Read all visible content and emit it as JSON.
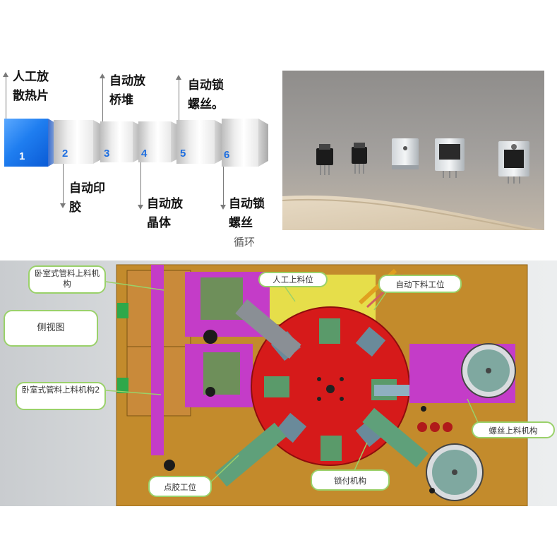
{
  "process_flow": {
    "steps": [
      {
        "num": "1",
        "label_line1": "人工放",
        "label_line2": "散热片"
      },
      {
        "num": "2",
        "label_line1": "自动印",
        "label_line2": "胶"
      },
      {
        "num": "3",
        "label_line1": "自动放",
        "label_line2": "桥堆"
      },
      {
        "num": "4",
        "label_line1": "自动放",
        "label_line2": "晶体"
      },
      {
        "num": "5",
        "label_line1": "自动锁",
        "label_line2": "螺丝。"
      },
      {
        "num": "6",
        "label_line1": "自动锁",
        "label_line2": "螺丝",
        "label_line3": "循环"
      }
    ],
    "active_color": "#1f7ef0"
  },
  "photo": {
    "items": [
      "component-to220-1",
      "component-to220-2",
      "heatsink-bare",
      "heatsink-with-component",
      "heatsink-assembled"
    ]
  },
  "cad": {
    "callouts": {
      "upper_feeder": "卧室式管料上料机构",
      "side_view": "侧视图",
      "lower_feeder": "卧室式管料上料机构2",
      "manual_load": "人工上料位",
      "auto_unload": "自动下料工位",
      "screw_feeder": "螺丝上料机构",
      "glue_station": "点胶工位",
      "lock_mechanism": "锁付机构"
    },
    "colors": {
      "table": "#c08a2c",
      "turntable": "#d61a1a",
      "frame": "#c43cc8",
      "callout_border": "#9ad16a"
    }
  }
}
